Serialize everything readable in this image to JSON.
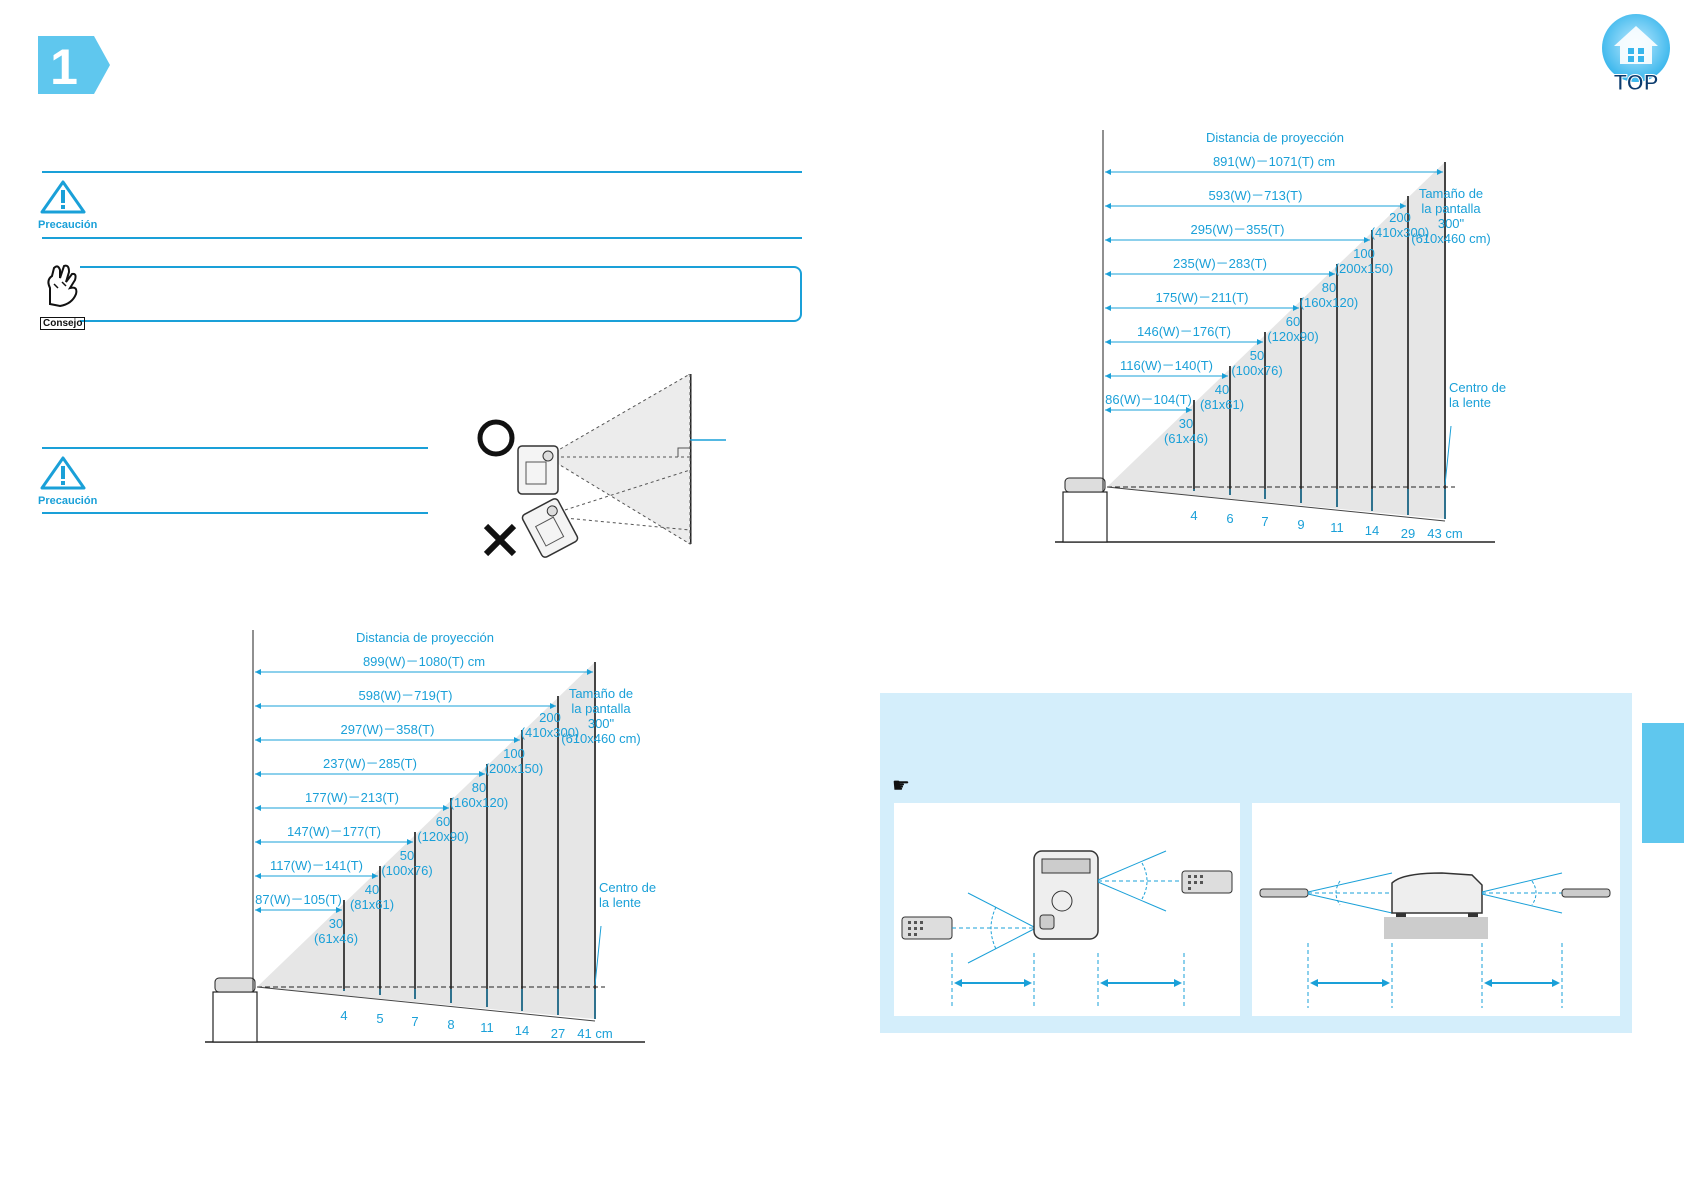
{
  "header": {
    "step_number": "1",
    "top_button_label": "TOP"
  },
  "notices": {
    "caution_label_1": "Precaución",
    "tip_label": "Consejo",
    "caution_label_2": "Precaución"
  },
  "colors": {
    "accent": "#1aa0d8",
    "panel_bg": "#d4eefb",
    "tab": "#5fc7ee"
  },
  "diagram_a": {
    "title": "Distancia de proyección",
    "distances": [
      "899(W)－1080(T) cm",
      "598(W)－719(T)",
      "297(W)－358(T)",
      "237(W)－285(T)",
      "177(W)－213(T)",
      "147(W)－177(T)",
      "117(W)－141(T)",
      "87(W)－105(T)"
    ],
    "sizes": [
      {
        "diag": "30",
        "dim": "(61x46)"
      },
      {
        "diag": "40",
        "dim": "(81x61)"
      },
      {
        "diag": "50",
        "dim": "(100x76)"
      },
      {
        "diag": "60",
        "dim": "(120x90)"
      },
      {
        "diag": "80",
        "dim": "(160x120)"
      },
      {
        "diag": "100",
        "dim": "(200x150)"
      },
      {
        "diag": "200",
        "dim": "(410x300)"
      }
    ],
    "screen_label": [
      "Tamaño de",
      "la pantalla",
      "300\"",
      "(610x460 cm)"
    ],
    "offsets": [
      "4",
      "5",
      "7",
      "8",
      "11",
      "14",
      "27",
      "41 cm"
    ],
    "lens_label": [
      "Centro de",
      "la lente"
    ]
  },
  "diagram_b": {
    "title": "Distancia de proyección",
    "distances": [
      "891(W)－1071(T) cm",
      "593(W)－713(T)",
      "295(W)－355(T)",
      "235(W)－283(T)",
      "175(W)－211(T)",
      "146(W)－176(T)",
      "116(W)－140(T)",
      "86(W)－104(T)"
    ],
    "sizes": [
      {
        "diag": "30",
        "dim": "(61x46)"
      },
      {
        "diag": "40",
        "dim": "(81x61)"
      },
      {
        "diag": "50",
        "dim": "(100x76)"
      },
      {
        "diag": "60",
        "dim": "(120x90)"
      },
      {
        "diag": "80",
        "dim": "(160x120)"
      },
      {
        "diag": "100",
        "dim": "(200x150)"
      },
      {
        "diag": "200",
        "dim": "(410x300)"
      }
    ],
    "screen_label": [
      "Tamaño de",
      "la pantalla",
      "300\"",
      "(610x460 cm)"
    ],
    "offsets": [
      "4",
      "6",
      "7",
      "9",
      "11",
      "14",
      "29",
      "43 cm"
    ],
    "lens_label": [
      "Centro de",
      "la lente"
    ]
  }
}
